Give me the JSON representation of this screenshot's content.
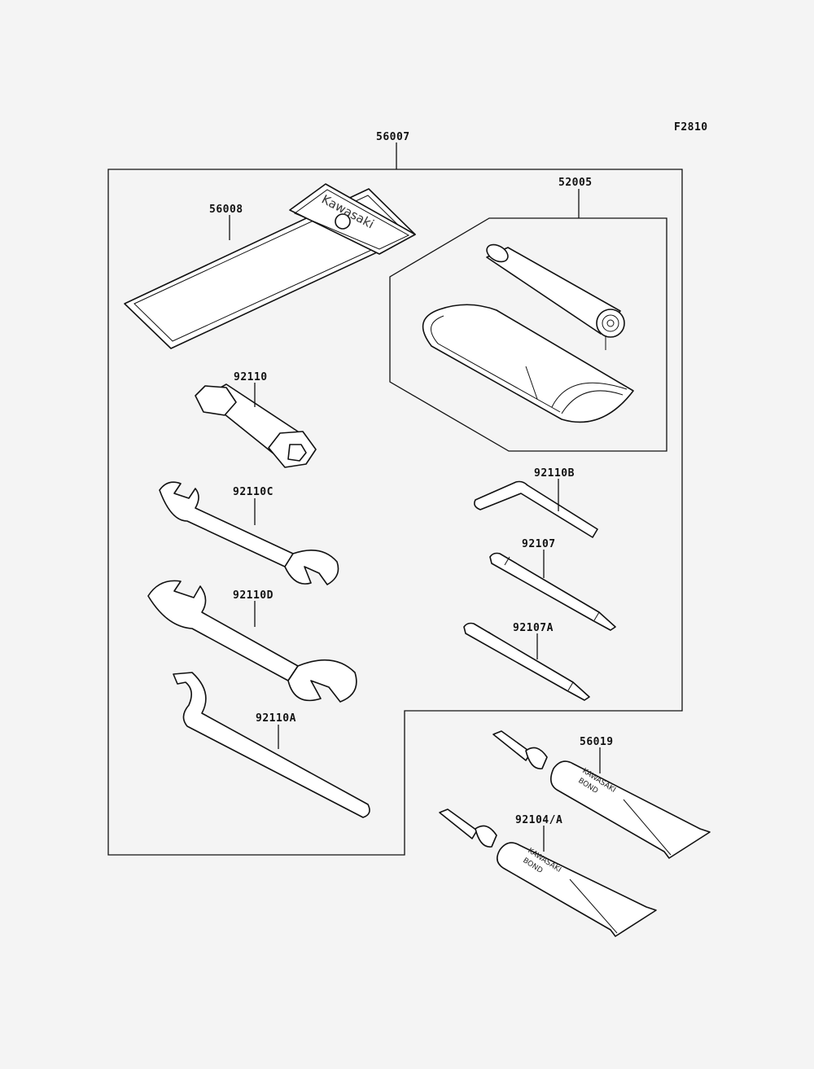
{
  "figure_code": "F2810",
  "parts": {
    "kit": "56007",
    "case": "56008",
    "pump_kit": "52005",
    "plug_wrench": "92110",
    "wrench_c": "92110C",
    "wrench_d": "92110D",
    "hook_wrench": "92110A",
    "hex_key": "92110B",
    "screwdriver_shaft": "92107",
    "screwdriver_shaft_a": "92107A",
    "bond_tube": "56019",
    "bond_tube_2": "92104/A"
  },
  "printed_text": {
    "case_brand": "Kawasaki",
    "tube_brand": "KAWASAKI",
    "tube_product": "BOND"
  }
}
